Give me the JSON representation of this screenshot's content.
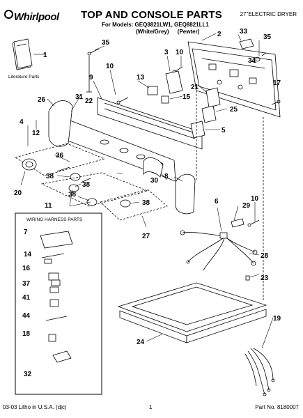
{
  "header": {
    "brand": "Whirlpool",
    "title": "TOP AND CONSOLE PARTS",
    "product": "27\"ELECTRIC DRYER",
    "models": "For Models: GEQ8821LW1, GEQ8821LL1",
    "color_white": "(White/Grey)",
    "color_pewter": "(Pewter)"
  },
  "literature_label": "Literature Parts",
  "wiring_box_title": "WIRING HARNESS PARTS",
  "callouts": {
    "c1": "1",
    "c2": "2",
    "c3": "3",
    "c4": "4",
    "c5": "5",
    "c6": "6",
    "c7": "7",
    "c8": "8",
    "c9": "9",
    "c10a": "10",
    "c10b": "10",
    "c10c": "10",
    "c11": "11",
    "c12": "12",
    "c13": "13",
    "c14": "14",
    "c15": "15",
    "c16": "16",
    "c17": "17",
    "c18": "18",
    "c19": "19",
    "c20": "20",
    "c21": "21",
    "c22": "22",
    "c23": "23",
    "c24": "24",
    "c25": "25",
    "c26": "26",
    "c27": "27",
    "c28": "28",
    "c29": "29",
    "c30": "30",
    "c31": "31",
    "c32": "32",
    "c33": "33",
    "c34": "34",
    "c35a": "35",
    "c35b": "35",
    "c36": "36",
    "c37": "37",
    "c38a": "38",
    "c38b": "38",
    "c38c": "38",
    "c38d": "38",
    "c41": "41",
    "c44": "44"
  },
  "footer": {
    "left": "03-03 Litho in U.S.A. (djc)",
    "page": "1",
    "part_no": "Part No. 8180007"
  }
}
